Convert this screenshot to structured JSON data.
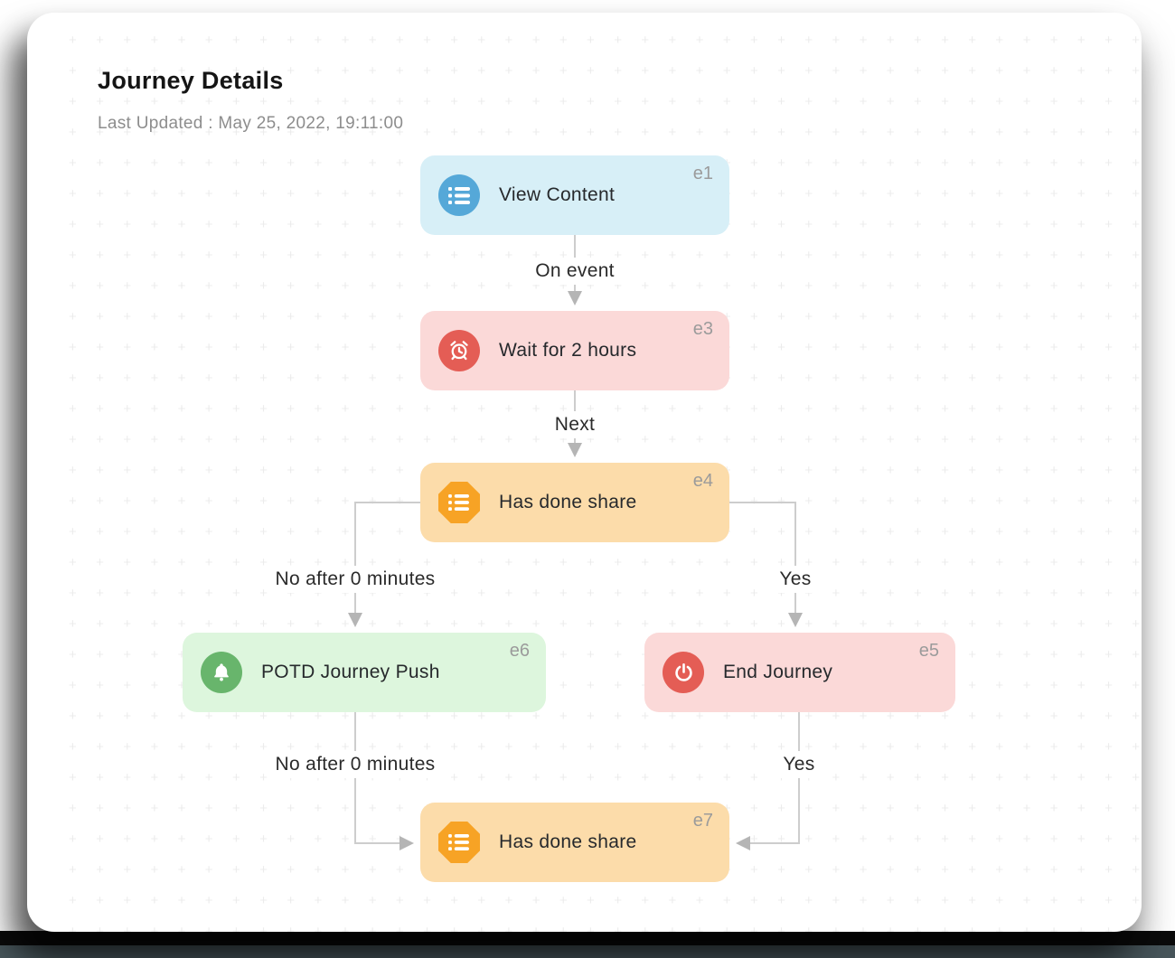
{
  "header": {
    "title": "Journey Details",
    "last_updated": "Last Updated : May 25, 2022, 19:11:00"
  },
  "nodes": [
    {
      "id": "e1",
      "label": "View Content",
      "icon": "list-icon",
      "theme": "blue"
    },
    {
      "id": "e3",
      "label": "Wait for 2 hours",
      "icon": "alarm-clock-icon",
      "theme": "red"
    },
    {
      "id": "e4",
      "label": "Has done share",
      "icon": "list-icon",
      "theme": "orange"
    },
    {
      "id": "e6",
      "label": "POTD Journey Push",
      "icon": "bell-icon",
      "theme": "green"
    },
    {
      "id": "e5",
      "label": "End Journey",
      "icon": "power-icon",
      "theme": "red"
    },
    {
      "id": "e7",
      "label": "Has done share",
      "icon": "list-icon",
      "theme": "orange"
    }
  ],
  "edges": [
    {
      "from": "e1",
      "to": "e3",
      "label": "On event"
    },
    {
      "from": "e3",
      "to": "e4",
      "label": "Next"
    },
    {
      "from": "e4",
      "to": "e6",
      "label": "No after 0 minutes"
    },
    {
      "from": "e4",
      "to": "e5",
      "label": "Yes"
    },
    {
      "from": "e6",
      "to": "e7",
      "label": "No after 0 minutes"
    },
    {
      "from": "e5",
      "to": "e7",
      "label": "Yes"
    }
  ],
  "colors": {
    "nodeBlueBg": "#d7eff7",
    "nodeBlueIcon": "#55a8d8",
    "nodeRedBg": "#fbd9d8",
    "nodeRedIcon": "#e45d55",
    "nodeOrangeBg": "#fcdcaa",
    "nodeOrangeIcon": "#f7a325",
    "nodeGreenBg": "#ddf6dd",
    "nodeGreenIcon": "#68b56c",
    "line": "#cdcdcd",
    "arrow": "#b5b5b5",
    "nodeText": "#26292c",
    "idText": "#9b9b9b",
    "edgeText": "#2a2a2a",
    "titleText": "#151515",
    "subtitleText": "#8d8d8d",
    "pattern": "#ececec",
    "footerBlack": "#0b0b0b",
    "footerSlate": "#47555a"
  }
}
